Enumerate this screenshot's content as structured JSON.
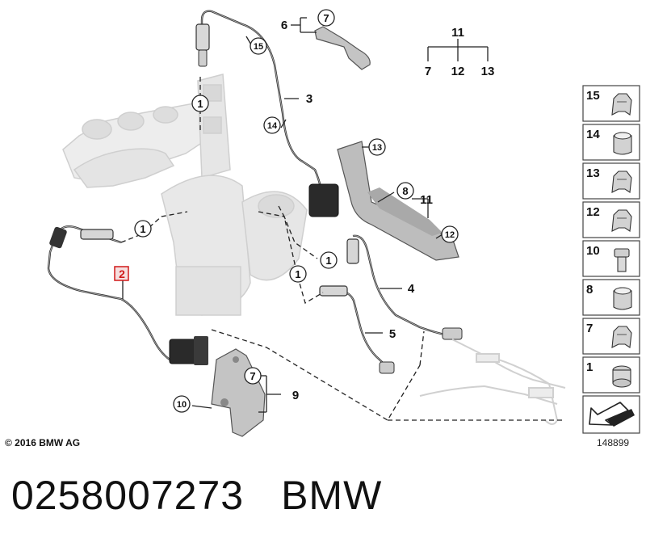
{
  "callouts": {
    "c1a": "1",
    "c1b": "1",
    "c1c": "1",
    "c1d": "1",
    "c2": "2",
    "c3": "3",
    "c4": "4",
    "c5": "5",
    "c6": "6",
    "c7a": "7",
    "c7b": "7",
    "c8": "8",
    "c9": "9",
    "c10": "10",
    "c11a": "11",
    "c11b": "11",
    "c12": "12",
    "c13": "13",
    "c14": "14",
    "c15": "15"
  },
  "group_tree": {
    "parent": "11",
    "children": [
      "7",
      "12",
      "13"
    ]
  },
  "legend": [
    {
      "num": "15",
      "icon": "clip-icon"
    },
    {
      "num": "14",
      "icon": "clamp-icon"
    },
    {
      "num": "13",
      "icon": "clip-icon"
    },
    {
      "num": "12",
      "icon": "clip-icon"
    },
    {
      "num": "10",
      "icon": "bolt-icon"
    },
    {
      "num": "8",
      "icon": "clamp-icon"
    },
    {
      "num": "7",
      "icon": "clip-icon"
    },
    {
      "num": "1",
      "icon": "plug-icon"
    }
  ],
  "copyright": "© 2016 BMW AG",
  "drawing_number": "148899",
  "part_number": "0258007273",
  "brand": "BMW",
  "colors": {
    "highlight": "#d01818",
    "line": "#222222",
    "part_gray": "#bdbdbd"
  }
}
